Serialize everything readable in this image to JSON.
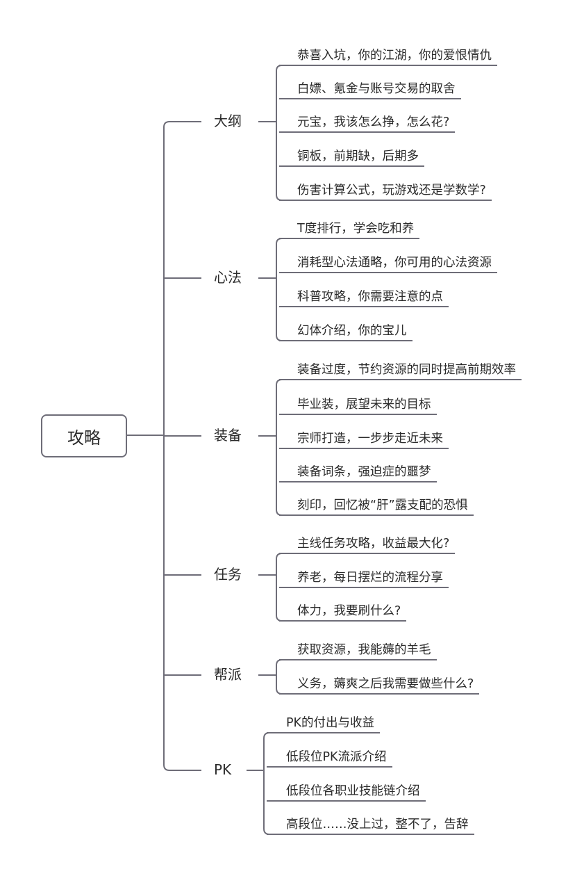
{
  "root": "攻略",
  "line_color": "#6e6d78",
  "categories": [
    {
      "label": "大纲",
      "leaves": [
        "恭喜入坑，你的江湖，你的爱恨情仇",
        "白嫖、氪金与账号交易的取舍",
        "元宝，我该怎么挣，怎么花?",
        "铜板，前期缺，后期多",
        "伤害计算公式，玩游戏还是学数学?"
      ]
    },
    {
      "label": "心法",
      "leaves": [
        "T度排行，学会吃和养",
        "消耗型心法通略，你可用的心法资源",
        "科普攻略，你需要注意的点",
        "幻体介绍，你的宝儿"
      ]
    },
    {
      "label": "装备",
      "leaves": [
        "装备过度，节约资源的同时提高前期效率",
        "毕业装，展望未来的目标",
        "宗师打造，一步步走近未来",
        "装备词条，强迫症的噩梦",
        "刻印，回忆被“肝”露支配的恐惧"
      ]
    },
    {
      "label": "任务",
      "leaves": [
        "主线任务攻略，收益最大化?",
        "养老，每日摆烂的流程分享",
        "体力，我要刷什么?"
      ]
    },
    {
      "label": "帮派",
      "leaves": [
        "获取资源，我能薅的羊毛",
        "义务，薅爽之后我需要做些什么?"
      ]
    },
    {
      "label": "PK",
      "leaves": [
        "PK的付出与收益",
        "低段位PK流派介绍",
        "低段位各职业技能链介绍",
        "高段位……没上过，整不了，告辞"
      ]
    }
  ]
}
